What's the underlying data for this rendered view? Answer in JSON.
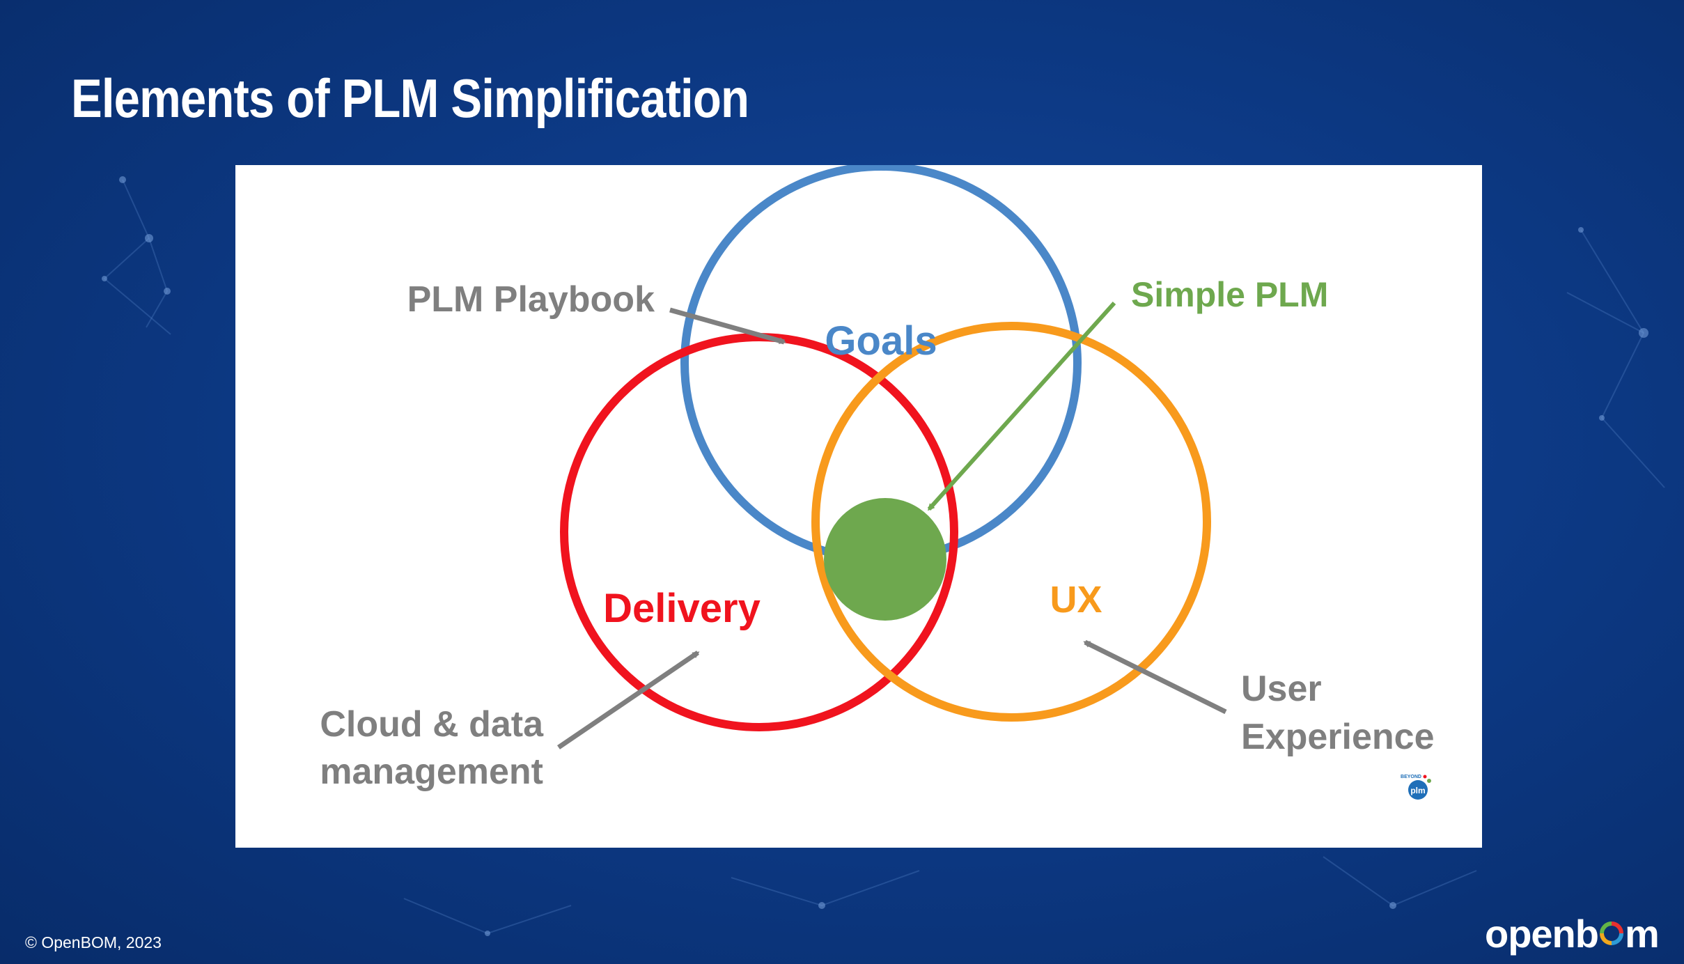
{
  "slide": {
    "title": "Elements of PLM Simplification",
    "copyright": "© OpenBOM, 2023",
    "logo_text_a": "openb",
    "logo_text_b": "m"
  },
  "diagram": {
    "circles": [
      {
        "name": "Goals",
        "label": "Goals",
        "color": "#4a87c8"
      },
      {
        "name": "Delivery",
        "label": "Delivery",
        "color": "#f0131e"
      },
      {
        "name": "UX",
        "label": "UX",
        "color": "#f89a1c"
      }
    ],
    "center_color": "#6ea84e",
    "callouts": {
      "playbook": "PLM Playbook",
      "simple_plm": "Simple PLM",
      "cloud_line1": "Cloud & data",
      "cloud_line2": "management",
      "ux_line1": "User",
      "ux_line2": "Experience"
    },
    "callout_color": "#7f7f7f",
    "simple_color": "#6ea84e",
    "watermark_line1": "BEYOND",
    "watermark_line2": "plm"
  }
}
